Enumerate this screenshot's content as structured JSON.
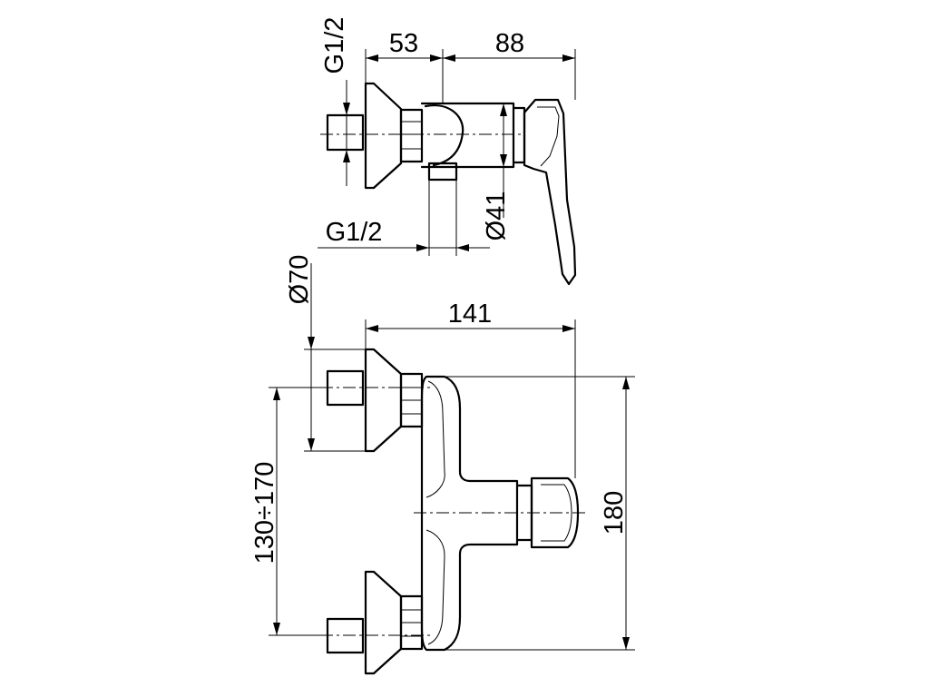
{
  "labels": {
    "top_inlet_thread": "G1/2",
    "top_width_left": "53",
    "top_width_right": "88",
    "side_outlet_thread": "G1/2",
    "body_diameter": "Ø41",
    "flange_diameter": "Ø70",
    "overall_width": "141",
    "inlet_spacing": "130÷170",
    "overall_height": "180"
  }
}
